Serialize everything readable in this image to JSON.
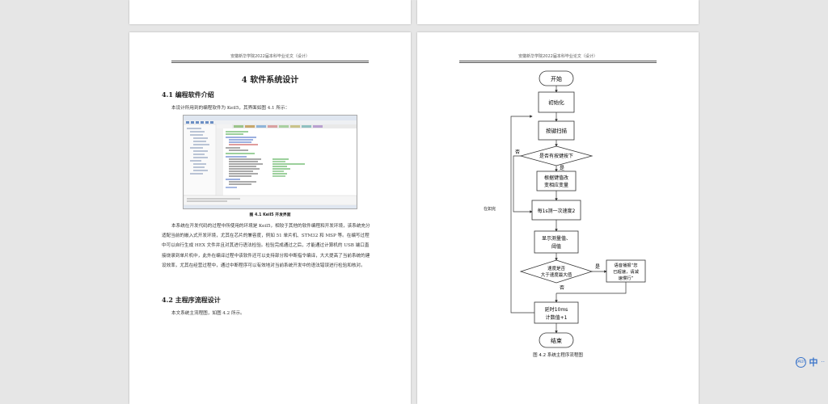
{
  "header": "安徽新华学院2022届本科毕业论文（设计）",
  "left_page": {
    "chapter_title": "4 软件系统设计",
    "section1_title": "4.1  编程软件介绍",
    "section1_para": "本设计所用到的编程软件为 Keil5，其界面如图 4.1 所示：",
    "figure1_caption": "图 4.1 Keil5 开发界面",
    "body_para": "本系统在开发代码的过程中所使用的环境是 Keil5，相较于其他的软件编程和开发环境，该系统充分适配当前的嵌入式开发环境，尤其在芯片的兼容度，例如 51 单片机、STM32 和 MSP 等。在编写过程中可以自行生成 HEX 文件并且对其进行语法检验。检验完成通过之后，才能通过计算机的 USB 端口直接烧录到单片机中，此外在编译过程中该软件还可以支持部分和中断指令编译，大大提高了当前系统的建设效率，尤其在经营过程中，通过中断程序可以有效地对当前系统开发中的语法错误进行检验和核对。",
    "section2_title": "4.2  主程序流程设计",
    "section2_para": "本文系统主流程图，如图 4.2 所示。"
  },
  "right_page": {
    "flowchart": {
      "start": "开始",
      "init": "初始化",
      "scan": "按键扫描",
      "decision1": "是否有按键按下",
      "no1": "否",
      "yes1": "是",
      "adjust_line1": "根据键值改",
      "adjust_line2": "变相应变量",
      "measure": "每1s测一次速度2",
      "display_line1": "显示测量值、",
      "display_line2": "阈值",
      "decision2_line1": "速度是否",
      "decision2_line2": "大于速度最大值",
      "yes2": "是",
      "no2": "否",
      "voice_line1": "语音播报“您",
      "voice_line2": "已超速，请减",
      "voice_line3": "速慢行”",
      "delay_line1": "延时10ms",
      "delay_line2": "计数值+1",
      "end": "结束"
    },
    "figure2_caption": "图 4.2  系统主程序流程图"
  },
  "side_label": "在如完",
  "corner": {
    "circle_icon_text": "JAUI",
    "lang_label": "中"
  }
}
